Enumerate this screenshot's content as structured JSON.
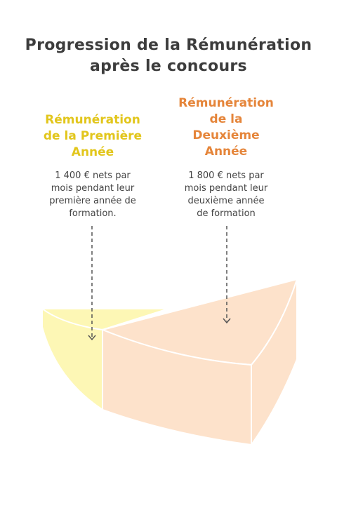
{
  "title": {
    "line1": "Progression de la Rémunération",
    "line2": "après le concours"
  },
  "columns": [
    {
      "heading_lines": [
        "Rémunération",
        "de la Première",
        "Année"
      ],
      "description_lines": [
        "1 400 € nets par",
        "mois pendant leur",
        "première année de",
        "formation."
      ],
      "color": "#e2c61c",
      "slice_color": "#fdf7b5"
    },
    {
      "heading_lines": [
        "Rémunération",
        "de la",
        "Deuxième",
        "Année"
      ],
      "description_lines": [
        "1 800 € nets par",
        "mois pendant leur",
        "deuxième année",
        "de formation"
      ],
      "color": "#e5853a",
      "slice_color": "#fde2cb"
    }
  ]
}
